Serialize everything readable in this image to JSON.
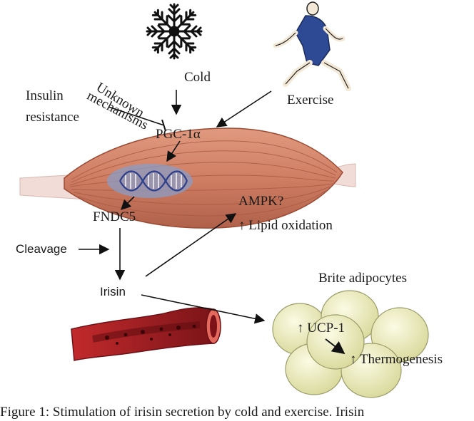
{
  "nodes": {
    "cold": "Cold",
    "exercise": "Exercise",
    "insulin_resistance_line1": "Insulin",
    "insulin_resistance_line2": "resistance",
    "unknown_line1": "Unknown",
    "unknown_line2": "mechanisms",
    "pgc": "PGC-1α",
    "fndc5": "FNDC5",
    "cleavage": "Cleavage",
    "irisin": "Irisin",
    "ampk": "AMPK?",
    "lipid": "↑ Lipid oxidation",
    "brite": "Brite adipocytes",
    "ucp": "↑ UCP-1",
    "thermo": "↑ Thermogenesis"
  },
  "caption": "Figure 1: Stimulation of irisin secretion by cold and exercise. Irisin",
  "colors": {
    "muscle": "#cf7e63",
    "muscle_dark": "#9c4a33",
    "tendon": "#f1dcd8",
    "nucleus": "#8a9cc6",
    "dna": "#2d3f8a",
    "vessel": "#a51f25",
    "fat": "#f1f1c4",
    "runner_suit": "#2f4a95",
    "snowflake": "#111111"
  },
  "icons": [
    "snowflake-icon",
    "runner-icon",
    "blood-vessel-icon",
    "dna-icon"
  ]
}
